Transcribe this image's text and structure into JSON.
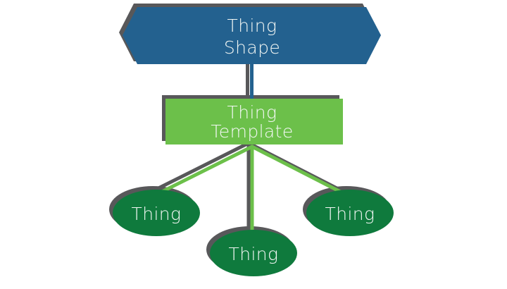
{
  "diagram": {
    "background_color": "#ffffff",
    "shadow_color": "#58585a",
    "text_color": "#f2f7f4",
    "root": {
      "shape": "hexagon",
      "fill": "#23618f",
      "line1": "Thing",
      "line2": "Shape"
    },
    "template": {
      "shape": "rectangle",
      "fill": "#6cc04a",
      "line1": "Thing",
      "line2": "Template"
    },
    "leaves": [
      {
        "shape": "ellipse",
        "fill": "#0f7a3d",
        "label": "Thing"
      },
      {
        "shape": "ellipse",
        "fill": "#0f7a3d",
        "label": "Thing"
      },
      {
        "shape": "ellipse",
        "fill": "#0f7a3d",
        "label": "Thing"
      }
    ],
    "connectors": {
      "root_to_template_color": "#23618f",
      "template_to_leaf_color": "#6cc04a"
    }
  }
}
